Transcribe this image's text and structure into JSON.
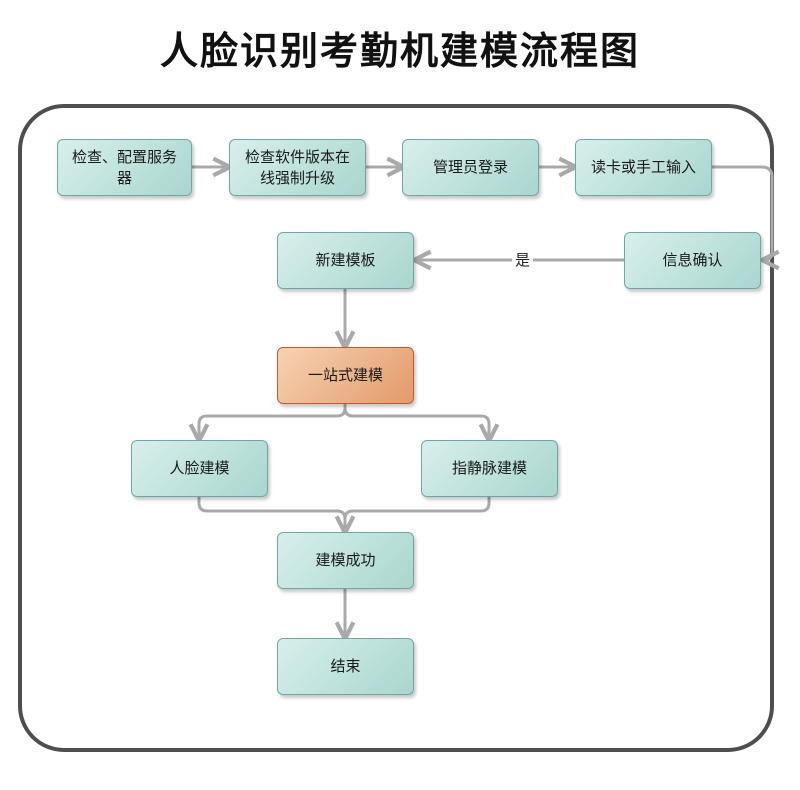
{
  "title": "人脸识别考勤机建模流程图",
  "nodes": {
    "check_server": "检查、配置服务器",
    "check_upgrade": "检查软件版本在线强制升级",
    "admin_login": "管理员登录",
    "read_card": "读卡或手工输入",
    "confirm_info": "信息确认",
    "new_template": "新建模板",
    "one_stop": "一站式建模",
    "face_model": "人脸建模",
    "vein_model": "指静脉建模",
    "model_success": "建模成功",
    "end": "结束"
  },
  "edges": {
    "yes_label": "是"
  },
  "colors": {
    "node_fill": "#a9d6cf",
    "node_border": "#6fa7a3",
    "highlight_fill": "#e39a6a",
    "highlight_border": "#c65a2f",
    "connector": "#a9a9a9",
    "frame": "#4e4e4e"
  }
}
